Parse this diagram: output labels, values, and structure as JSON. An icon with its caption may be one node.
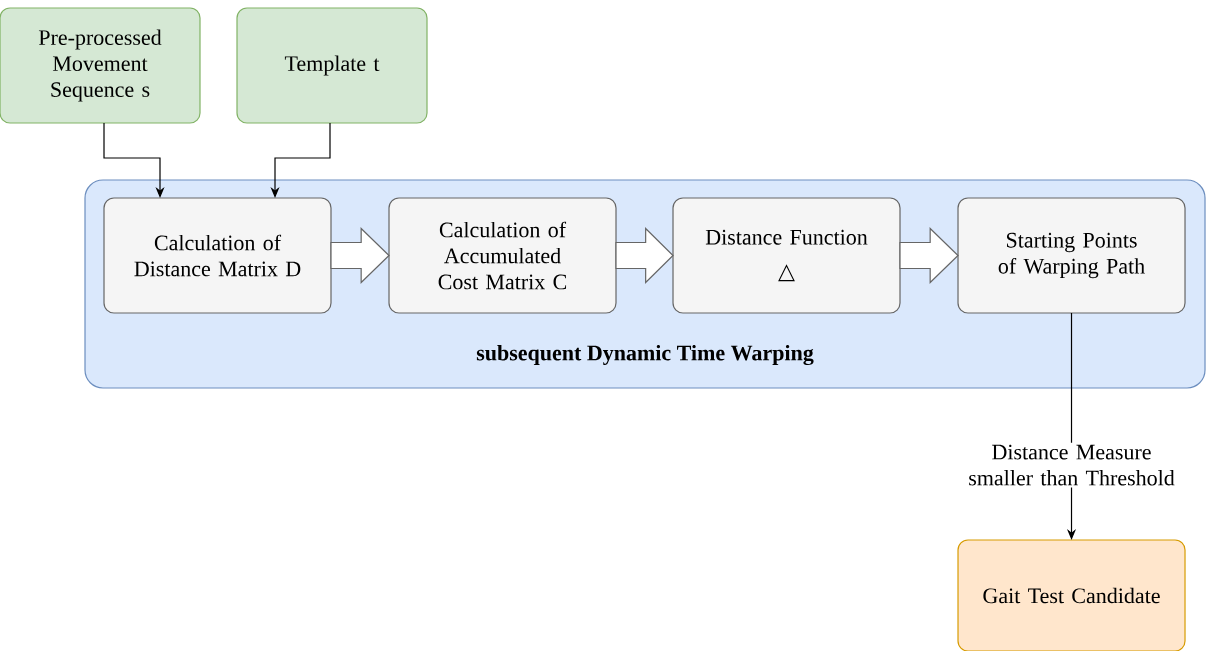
{
  "diagram": {
    "nodes": [
      {
        "text": [
          "Pre-processed Movement Sequence s"
        ]
      },
      {
        "text": [
          "Template t"
        ]
      },
      {
        "text": [
          "subsequent Dynamic Time Warping"
        ]
      },
      {
        "text": [
          "Calculation of Distance Matrix D"
        ],
        "in": 2
      },
      {
        "text": [
          "Calculation of Accumulated Cost Matrix C"
        ],
        "in": 2
      },
      {
        "text": [
          "Distance Function",
          "△"
        ],
        "in": 2
      },
      {
        "text": [
          "Starting Points of Warping Path"
        ],
        "in": 2
      },
      {
        "text": [
          "Gait Test Candidate"
        ]
      }
    ],
    "edges": [
      {
        "from": 0,
        "to": 3,
        "arrow": "to"
      },
      {
        "from": 1,
        "to": 3,
        "arrow": "to"
      },
      {
        "from": 3,
        "to": 4,
        "arrow": "to",
        "style": "thick"
      },
      {
        "from": 4,
        "to": 5,
        "arrow": "to",
        "style": "thick"
      },
      {
        "from": 5,
        "to": 6,
        "arrow": "to",
        "style": "thick"
      },
      {
        "from": 6,
        "to": 7,
        "arrow": "to",
        "label": "Distance Measure smaller than Threshold"
      }
    ]
  }
}
